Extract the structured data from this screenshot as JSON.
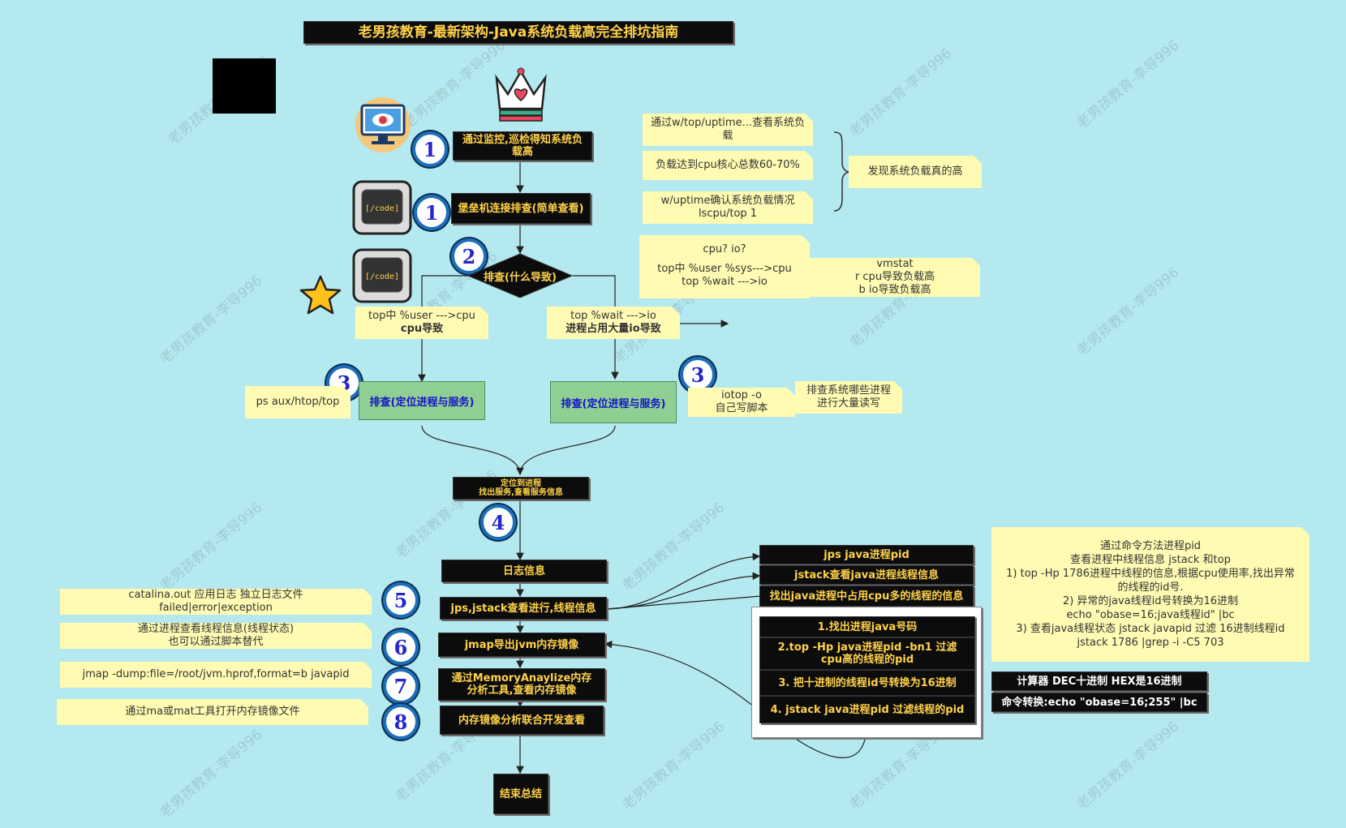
{
  "title": "老男孩教育-最新架构-Java系统负载高完全排坑指南",
  "watermark": "老男孩教育-李导996",
  "colors": {
    "background": "#b3e9ef",
    "node_dark": "#0c0c0c",
    "node_text": "#ffd24a",
    "note": "#fffbb3",
    "green": "#8fcf93",
    "badge_ring": "#1c6fb8"
  },
  "icons": {
    "monitor": "monitor-eye-icon",
    "crown": "crown-heart-icon",
    "terminal": "code-terminal-icon",
    "star": "star-icon"
  },
  "badges": [
    "1",
    "1",
    "2",
    "3",
    "3",
    "4",
    "5",
    "6",
    "7",
    "8"
  ],
  "nodes": {
    "n1": "通过监控,巡检得知系统负载高",
    "n2": "堡垒机连接排查(简单查看)",
    "decision": "排查(什么导致)",
    "left_locate": "排查(定位进程与服务)",
    "right_locate": "排查(定位进程与服务)",
    "locate_line1": "定位到进程",
    "locate_line2": "找出服务,查看服务信息",
    "log": "日志信息",
    "jps": "jps,jstack查看进行,线程信息",
    "jmap": "jmap导出jvm内存镜像",
    "mem_line1": "通过MemoryAnaylize内存",
    "mem_line2": "分析工具,查看内存镜像",
    "analysis": "内存镜像分析联合开发查看",
    "end": "结束总结"
  },
  "top_notes": {
    "a": "通过w/top/uptime...查看系统负载",
    "b": "负载达到cpu核心总数60-70%",
    "c_line1": "w/uptime确认系统负载情况",
    "c_line2": "lscpu/top 1",
    "summary": "发现系统负载真的高"
  },
  "cause_notes": {
    "q": "cpu?  io?",
    "top_line1": "top中 %user  %sys--->cpu",
    "top_line2": "top %wait         --->io",
    "vm_line1": "vmstat",
    "vm_line2": "r cpu导致负载高",
    "vm_line3": "b io导致负载高",
    "left_line1": "top中 %user --->cpu",
    "left_line2": "cpu导致",
    "right_line1": "top %wait --->io",
    "right_line2": "进程占用大量io导致",
    "ps": "ps  aux/htop/top",
    "iotop_line1": "iotop -o",
    "iotop_line2": "自己写脚本",
    "rw_line1": "排查系统哪些进程",
    "rw_line2": "进行大量读写"
  },
  "left_notes": {
    "catalina_line1": "catalina.out 应用日志 独立日志文件",
    "catalina_line2": "failed|error|exception",
    "thread_line1": "通过进程查看线程信息(线程状态)",
    "thread_line2": "也可以通过脚本替代",
    "jmap_cmd": "jmap -dump:file=/root/jvm.hprof,format=b  javapid",
    "mat": "通过ma或mat工具打开内存镜像文件"
  },
  "jps_branch": {
    "b1": "jps java进程pid",
    "b2": "jstack查看java进程线程信息",
    "b3": "找出java进程中占用cpu多的线程的信息"
  },
  "steps": {
    "s1": "1.找出进程java号码",
    "s2_line1": "2.top -Hp java进程pid  -bn1 过滤",
    "s2_line2": "cpu高的线程的pid",
    "s3": "3. 把十进制的线程id号转换为16进制",
    "s4": "4. jstack java进程pid 过滤线程的pid"
  },
  "right_note": {
    "l1": "通过命令方法进程pid",
    "l2": "查看进程中线程信息 jstack 和top",
    "l3": "1) top -Hp 1786进程中线程的信息,根据cpu使用率,找出异常",
    "l4": "的线程的id号.",
    "l5": "2) 异常的java线程id号转换为16进制",
    "l6": "echo \"obase=16;java线程id\" |bc",
    "l7": "3) 查看java线程状态 jstack  javapid 过滤 16进制线程id",
    "l8": "jstack 1786 |grep -i -C5  703"
  },
  "calc": {
    "c1": "计算器 DEC十进制   HEX是16进制",
    "c2": "命令转换:echo \"obase=16;255\" |bc"
  }
}
